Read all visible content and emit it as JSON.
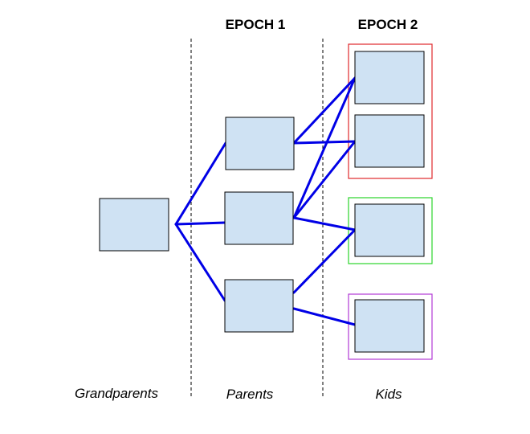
{
  "headers": {
    "epoch1": "EPOCH 1",
    "epoch2": "EPOCH 2"
  },
  "captions": {
    "grandparents": "Grandparents",
    "parents": "Parents",
    "kids": "Kids"
  },
  "colors": {
    "node_fill": "#cfe2f3",
    "edge": "#0000e6",
    "group_red": "#e0282c",
    "group_green": "#2bd42b",
    "group_purple": "#b23ad6"
  }
}
